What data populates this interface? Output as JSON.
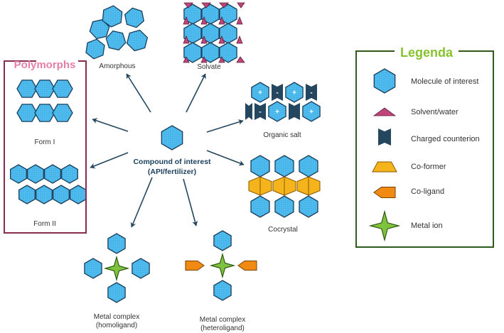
{
  "center": {
    "label_line1": "Compound of interest",
    "label_line2": "(API/fertilizer)"
  },
  "polymorphs": {
    "title": "Polymorphs",
    "form1": "Form I",
    "form2": "Form II"
  },
  "labels": {
    "amorphous": "Amorphous",
    "solvate": "Solvate",
    "organic_salt": "Organic salt",
    "cocrystal": "Cocrystal",
    "metal_homo_line1": "Metal complex",
    "metal_homo_line2": "(homoligand)",
    "metal_hetero_line1": "Metal complex",
    "metal_hetero_line2": "(heteroligand)"
  },
  "salt_charges": {
    "molecule": "+",
    "counterion": "-"
  },
  "legend": {
    "title": "Legenda",
    "items": [
      {
        "name": "molecule",
        "label": "Molecule of interest"
      },
      {
        "name": "solvent",
        "label": "Solvent/water"
      },
      {
        "name": "counterion",
        "label": "Charged counterion"
      },
      {
        "name": "coformer",
        "label": "Co-former"
      },
      {
        "name": "coligand",
        "label": "Co-ligand"
      },
      {
        "name": "metal",
        "label": "Metal ion"
      }
    ]
  },
  "colors": {
    "hex_fill": "#47b6ea",
    "hex_stroke": "#1b3f5c",
    "solvent": "#c1457a",
    "counterion": "#24465e",
    "coformer": "#f5b41c",
    "coligand": "#f08a12",
    "metal": "#7ec23d",
    "arrow": "#24465e",
    "polymorph_frame": "#8a2c4f",
    "polymorph_title": "#e57fa5",
    "legend_frame": "#2e5a1e",
    "legend_title": "#87c22f"
  },
  "icons": [
    "hexagon-icon",
    "triangle-icon",
    "counterion-icon",
    "trapezoid-icon",
    "pentagon-icon",
    "star-icon"
  ]
}
